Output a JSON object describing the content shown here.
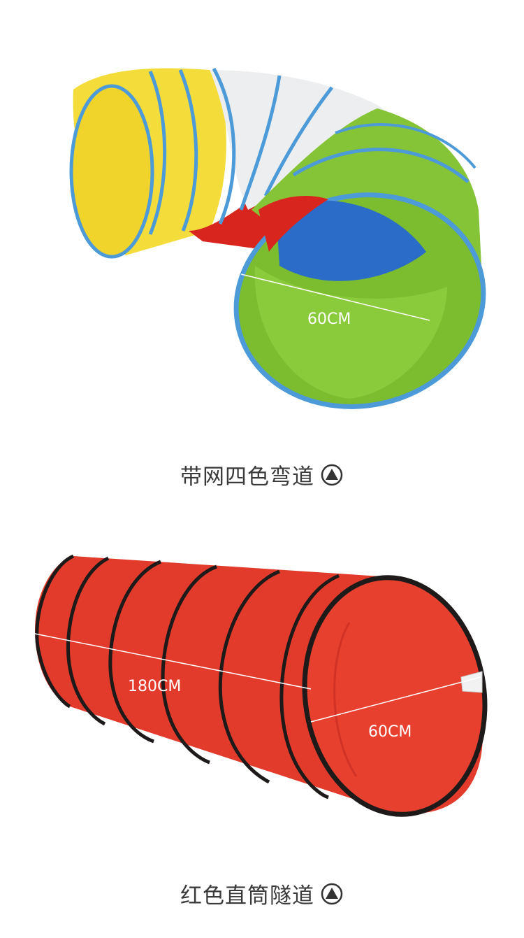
{
  "products": [
    {
      "id": "curved-tunnel",
      "caption": "带网四色弯道",
      "dimension_label": "60CM",
      "colors": {
        "yellow": "#f4dd3a",
        "white": "#eceeef",
        "green": "#86c437",
        "blue": "#2a6cc8",
        "red": "#d8251d",
        "rim": "#4c9ad8"
      },
      "marker_icon": "triangle-up-circle-icon"
    },
    {
      "id": "straight-tunnel",
      "caption": "红色直筒隧道",
      "length_label": "180CM",
      "diameter_label": "60CM",
      "colors": {
        "red": "#e23b2c",
        "dark_red": "#b8231a",
        "rim": "#1e1a1a"
      },
      "marker_icon": "triangle-up-circle-icon"
    }
  ]
}
